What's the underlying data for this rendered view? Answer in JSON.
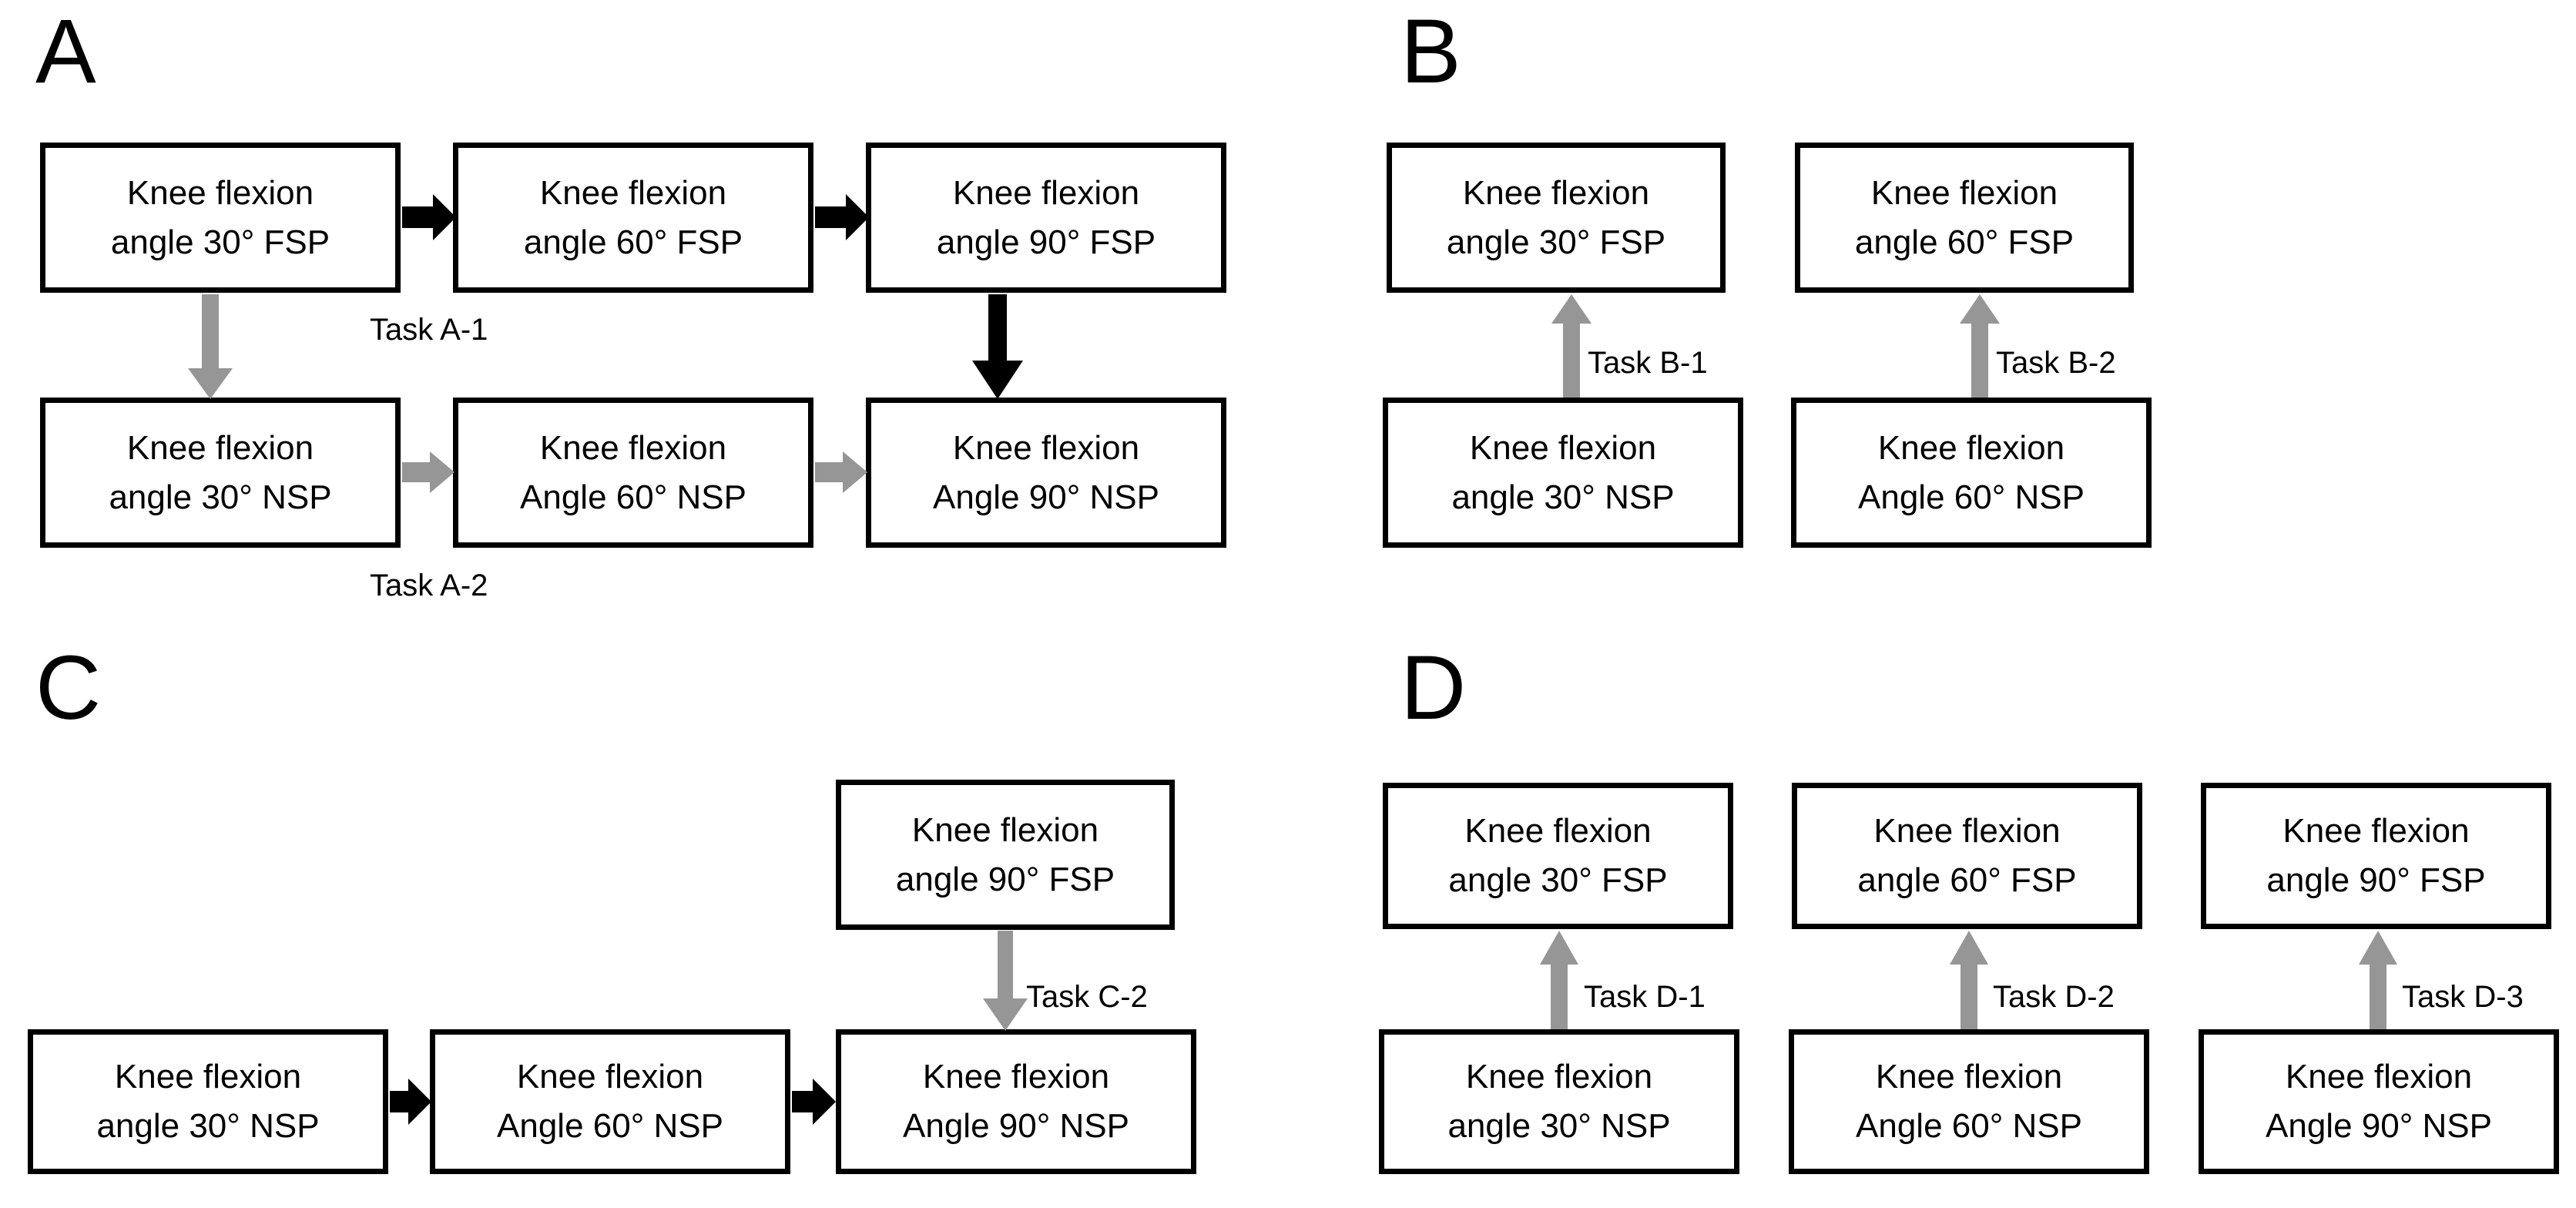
{
  "figure": {
    "type": "flow-diagram",
    "background_color": "#ffffff",
    "box_border_color": "#000000",
    "arrow_colors": {
      "black": "#000000",
      "gray": "#969696"
    }
  },
  "panels": [
    {
      "id": "A",
      "label": "A",
      "nodes": [
        {
          "key": "a_fsp30",
          "line1": "Knee flexion",
          "line2": "angle 30° FSP"
        },
        {
          "key": "a_fsp60",
          "line1": "Knee flexion",
          "line2": "angle 60° FSP"
        },
        {
          "key": "a_fsp90",
          "line1": "Knee flexion",
          "line2": "angle 90° FSP"
        },
        {
          "key": "a_nsp30",
          "line1": "Knee flexion",
          "line2": "angle 30° NSP"
        },
        {
          "key": "a_nsp60",
          "line1": "Knee flexion",
          "line2": "Angle 60° NSP"
        },
        {
          "key": "a_nsp90",
          "line1": "Knee flexion",
          "line2": "Angle 90° NSP"
        }
      ],
      "tasks": [
        {
          "key": "task_a1",
          "label": "Task A-1"
        },
        {
          "key": "task_a2",
          "label": "Task A-2"
        }
      ],
      "edges": [
        {
          "from": "a_fsp30",
          "to": "a_fsp60",
          "color": "black",
          "direction": "right"
        },
        {
          "from": "a_fsp60",
          "to": "a_fsp90",
          "color": "black",
          "direction": "right"
        },
        {
          "from": "a_fsp30",
          "to": "a_nsp30",
          "color": "gray",
          "direction": "down"
        },
        {
          "from": "a_fsp90",
          "to": "a_nsp90",
          "color": "black",
          "direction": "down"
        },
        {
          "from": "a_nsp30",
          "to": "a_nsp60",
          "color": "gray",
          "direction": "right"
        },
        {
          "from": "a_nsp60",
          "to": "a_nsp90",
          "color": "gray",
          "direction": "right"
        }
      ]
    },
    {
      "id": "B",
      "label": "B",
      "nodes": [
        {
          "key": "b_fsp30",
          "line1": "Knee flexion",
          "line2": "angle 30° FSP"
        },
        {
          "key": "b_fsp60",
          "line1": "Knee flexion",
          "line2": "angle 60° FSP"
        },
        {
          "key": "b_nsp30",
          "line1": "Knee flexion",
          "line2": "angle 30° NSP"
        },
        {
          "key": "b_nsp60",
          "line1": "Knee flexion",
          "line2": "Angle 60° NSP"
        }
      ],
      "tasks": [
        {
          "key": "task_b1",
          "label": "Task B-1"
        },
        {
          "key": "task_b2",
          "label": "Task B-2"
        }
      ],
      "edges": [
        {
          "from": "b_nsp30",
          "to": "b_fsp30",
          "color": "gray",
          "direction": "up"
        },
        {
          "from": "b_nsp60",
          "to": "b_fsp60",
          "color": "gray",
          "direction": "up"
        }
      ]
    },
    {
      "id": "C",
      "label": "C",
      "nodes": [
        {
          "key": "c_fsp90",
          "line1": "Knee flexion",
          "line2": "angle 90° FSP"
        },
        {
          "key": "c_nsp30",
          "line1": "Knee flexion",
          "line2": "angle 30° NSP"
        },
        {
          "key": "c_nsp60",
          "line1": "Knee flexion",
          "line2": "Angle 60° NSP"
        },
        {
          "key": "c_nsp90",
          "line1": "Knee flexion",
          "line2": "Angle 90° NSP"
        }
      ],
      "tasks": [
        {
          "key": "task_c2",
          "label": "Task C-2"
        }
      ],
      "edges": [
        {
          "from": "c_nsp30",
          "to": "c_nsp60",
          "color": "black",
          "direction": "right"
        },
        {
          "from": "c_nsp60",
          "to": "c_nsp90",
          "color": "black",
          "direction": "right"
        },
        {
          "from": "c_fsp90",
          "to": "c_nsp90",
          "color": "gray",
          "direction": "down"
        }
      ]
    },
    {
      "id": "D",
      "label": "D",
      "nodes": [
        {
          "key": "d_fsp30",
          "line1": "Knee flexion",
          "line2": "angle 30° FSP"
        },
        {
          "key": "d_fsp60",
          "line1": "Knee flexion",
          "line2": "angle 60° FSP"
        },
        {
          "key": "d_fsp90",
          "line1": "Knee flexion",
          "line2": "angle 90° FSP"
        },
        {
          "key": "d_nsp30",
          "line1": "Knee flexion",
          "line2": "angle 30° NSP"
        },
        {
          "key": "d_nsp60",
          "line1": "Knee flexion",
          "line2": "Angle 60° NSP"
        },
        {
          "key": "d_nsp90",
          "line1": "Knee flexion",
          "line2": "Angle 90° NSP"
        }
      ],
      "tasks": [
        {
          "key": "task_d1",
          "label": "Task D-1"
        },
        {
          "key": "task_d2",
          "label": "Task D-2"
        },
        {
          "key": "task_d3",
          "label": "Task D-3"
        }
      ],
      "edges": [
        {
          "from": "d_nsp30",
          "to": "d_fsp30",
          "color": "gray",
          "direction": "up"
        },
        {
          "from": "d_nsp60",
          "to": "d_fsp60",
          "color": "gray",
          "direction": "up"
        },
        {
          "from": "d_nsp90",
          "to": "d_fsp90",
          "color": "gray",
          "direction": "up"
        }
      ]
    }
  ]
}
